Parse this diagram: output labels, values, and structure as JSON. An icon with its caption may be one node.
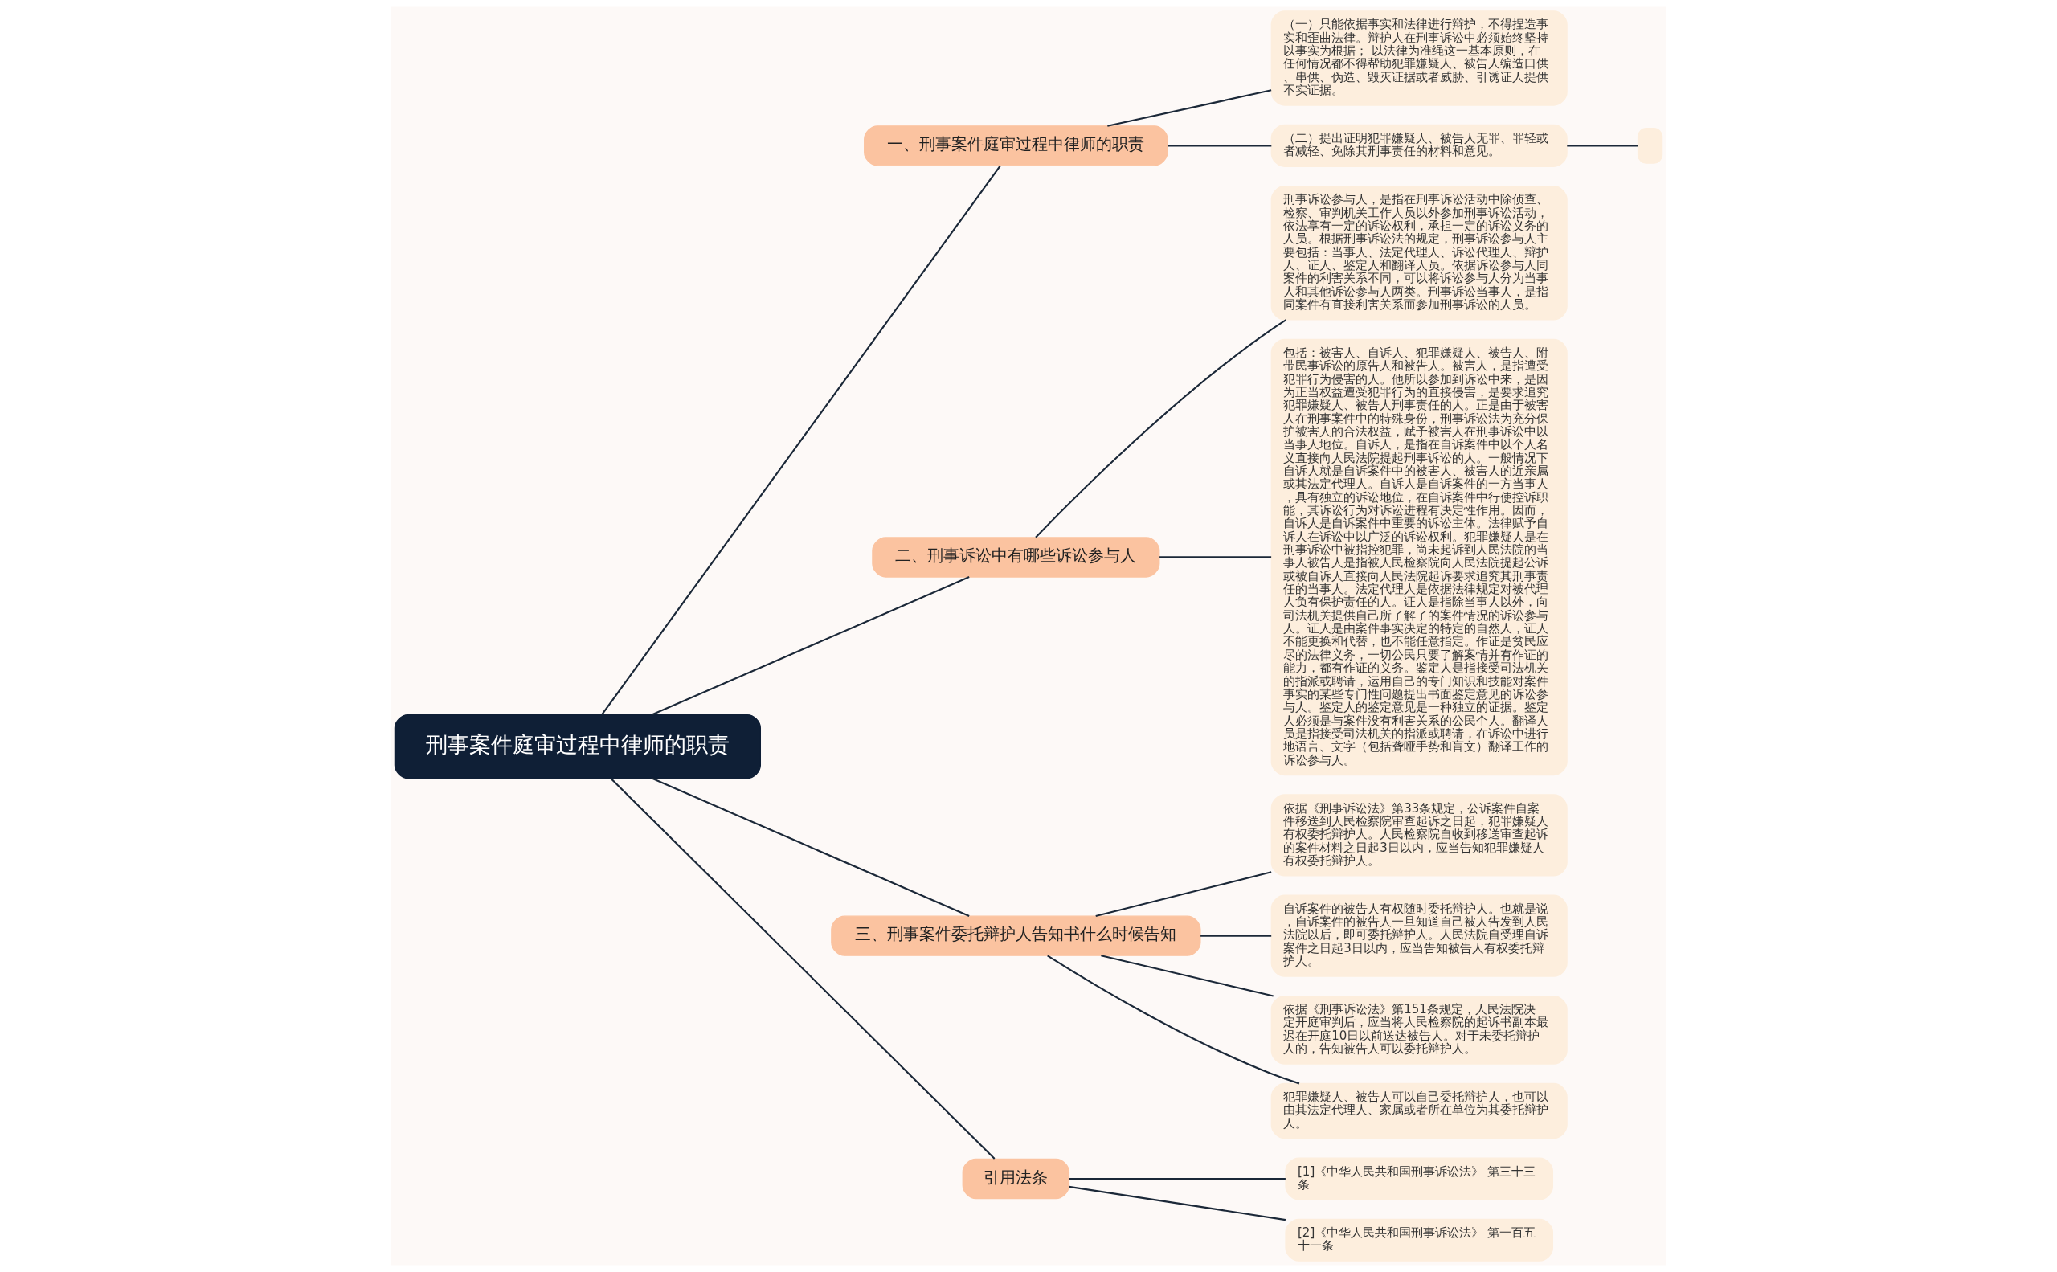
{
  "diagram": {
    "nodes": [
      {
        "text": [
          "刑事案件庭审过程中律师的职责"
        ]
      },
      {
        "text": [
          "一、刑事案件庭审过程中律师的职责"
        ]
      },
      {
        "text": [
          "（一）只能依据事实和法律进行辩护，不得捏造事实和歪曲法律。辩护人在刑事诉讼中必须始终坚持以事实为根据； 以法律为准绳这一基本原则，在任何情况都不得帮助犯罪嫌疑人、被告人编造口供、串供、伪造、毁灭证据或者威胁、引诱证人提供不实证据。"
        ]
      },
      {
        "text": [
          "（二）提出证明犯罪嫌疑人、被告人无罪、罪轻或者减轻、免除其刑事责任的材料和意见。"
        ]
      },
      {
        "text": [],
        "shape": "box"
      },
      {
        "text": [
          "二、刑事诉讼中有哪些诉讼参与人"
        ]
      },
      {
        "text": [
          "刑事诉讼参与人，是指在刑事诉讼活动中除侦查、检察、审判机关工作人员以外参加刑事诉讼活动，依法享有一定的诉讼权利，承担一定的诉讼义务的人员。根据刑事诉讼法的规定，刑事诉讼参与人主要包括：当事人、法定代理人、诉讼代理人、辩护人、证人、鉴定人和翻译人员。依据诉讼参与人同案件的利害关系不同，可以将诉讼参与人分为当事人和其他诉讼参与人两类。刑事诉讼当事人，是指同案件有直接利害关系而参加刑事诉讼的人员。"
        ]
      },
      {
        "text": [
          "包括：被害人、自诉人、犯罪嫌疑人、被告人、附带民事诉讼的原告人和被告人。被害人，是指遭受犯罪行为侵害的人。他所以参加到诉讼中来，是因为正当权益遭受犯罪行为的直接侵害，是要求追究犯罪嫌疑人、被告人刑事责任的人。正是由于被害人在刑事案件中的特殊身份，刑事诉讼法为充分保护被害人的合法权益，赋予被害人在刑事诉讼中以当事人地位。自诉人，是指在自诉案件中以个人名义直接向人民法院提起刑事诉讼的人。一般情况下自诉人就是自诉案件中的被害人、被害人的近亲属或其法定代理人。自诉人是自诉案件的一方当事人，具有独立的诉讼地位，在自诉案件中行使控诉职能，其诉讼行为对诉讼进程有决定性作用。因而，自诉人是自诉案件中重要的诉讼主体。法律赋予自诉人在诉讼中以广泛的诉讼权利。犯罪嫌疑人是在刑事诉讼中被指控犯罪，尚未起诉到人民法院的当事人被告人是指被人民检察院向人民法院提起公诉或被自诉人直接向人民法院起诉要求追究其刑事责任的当事人。法定代理人是依据法律规定对被代理人负有保护责任的人。证人是指除当事人以外，向司法机关提供自己所了解了的案件情况的诉讼参与人。证人是由案件事实决定的特定的自然人，证人不能更换和代替，也不能任意指定。作证是贫民应尽的法律义务，一切公民只要了解案情并有作证的能力，都有作证的义务。鉴定人是指接受司法机关的指派或聘请，运用自己的专门知识和技能对案件事实的某些专门性问题提出书面鉴定意见的诉讼参与人。鉴定人的鉴定意见是一种独立的证据。鉴定人必须是与案件没有利害关系的公民个人。翻译人员是指接受司法机关的指派或聘请，在诉讼中进行地语言、文字（包括聋哑手势和盲文）翻译工作的诉讼参与人。"
        ]
      },
      {
        "text": [
          "三、刑事案件委托辩护人告知书什么时候告知"
        ]
      },
      {
        "text": [
          "依据《刑事诉讼法》第33条规定，公诉案件自案件移送到人民检察院审查起诉之日起，犯罪嫌疑人有权委托辩护人。人民检察院自收到移送审查起诉的案件材料之日起3日以内，应当告知犯罪嫌疑人有权委托辩护人。"
        ]
      },
      {
        "text": [
          "自诉案件的被告人有权随时委托辩护人。也就是说，自诉案件的被告人一旦知道自己被人告发到人民法院以后，即可委托辩护人。人民法院自受理自诉案件之日起3日以内，应当告知被告人有权委托辩护人。"
        ]
      },
      {
        "text": [
          "依据《刑事诉讼法》第151条规定，人民法院决定开庭审判后，应当将人民检察院的起诉书副本最迟在开庭10日以前送达被告人。对于未委托辩护人的，告知被告人可以委托辩护人。"
        ]
      },
      {
        "text": [
          "犯罪嫌疑人、被告人可以自己委托辩护人，也可以由其法定代理人、家属或者所在单位为其委托辩护人。"
        ]
      },
      {
        "text": [
          "引用法条"
        ]
      },
      {
        "text": [
          "[1]《中华人民共和国刑事诉讼法》 第三十三条"
        ]
      },
      {
        "text": [
          "[2]《中华人民共和国刑事诉讼法》 第一百五十一条"
        ]
      }
    ],
    "edges": [
      {
        "from": 0,
        "to": 1,
        "arrow": "none"
      },
      {
        "from": 1,
        "to": 2,
        "arrow": "none"
      },
      {
        "from": 1,
        "to": 3,
        "arrow": "none"
      },
      {
        "from": 3,
        "to": 4,
        "arrow": "none"
      },
      {
        "from": 0,
        "to": 5,
        "arrow": "none"
      },
      {
        "from": 5,
        "to": 6,
        "arrow": "none"
      },
      {
        "from": 5,
        "to": 7,
        "arrow": "none"
      },
      {
        "from": 0,
        "to": 8,
        "arrow": "none"
      },
      {
        "from": 8,
        "to": 9,
        "arrow": "none"
      },
      {
        "from": 8,
        "to": 10,
        "arrow": "none"
      },
      {
        "from": 8,
        "to": 11,
        "arrow": "none"
      },
      {
        "from": 8,
        "to": 12,
        "arrow": "none"
      },
      {
        "from": 0,
        "to": 13,
        "arrow": "none"
      },
      {
        "from": 13,
        "to": 14,
        "arrow": "none"
      },
      {
        "from": 13,
        "to": 15,
        "arrow": "none"
      }
    ]
  }
}
